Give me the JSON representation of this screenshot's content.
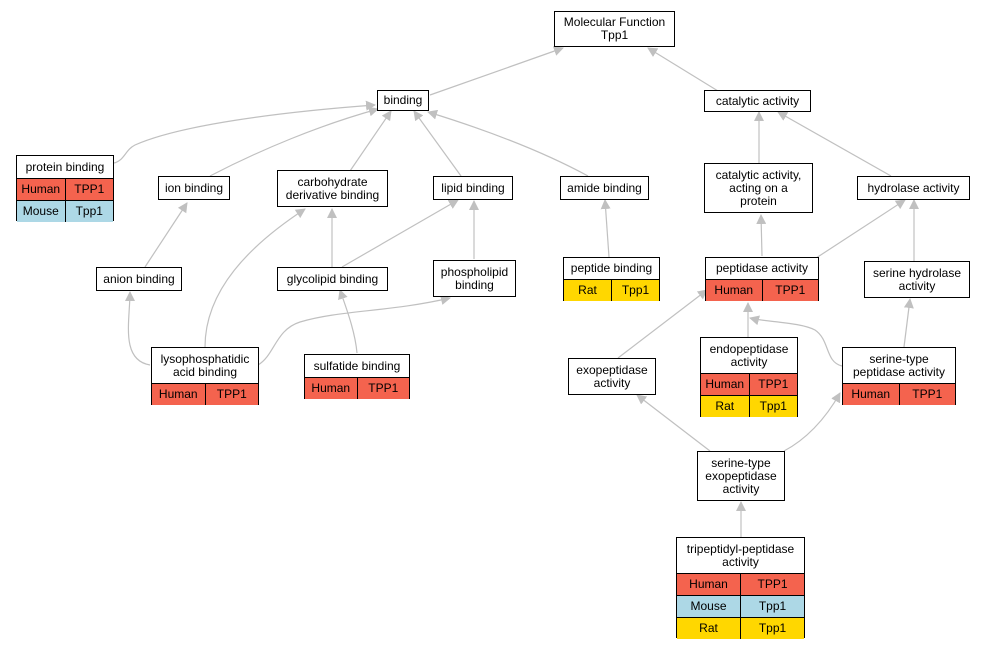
{
  "colors": {
    "edge": "#c0c0c0",
    "Human": "#f4634e",
    "Mouse": "#add8e6",
    "Rat": "#ffd700"
  },
  "nodes": {
    "root": {
      "label": "Molecular Function\nTpp1"
    },
    "binding": {
      "label": "binding"
    },
    "catalytic": {
      "label": "catalytic activity"
    },
    "protein_binding": {
      "label": "protein binding",
      "rows": [
        {
          "species": "Human",
          "gene": "TPP1"
        },
        {
          "species": "Mouse",
          "gene": "Tpp1"
        }
      ]
    },
    "ion_binding": {
      "label": "ion binding"
    },
    "carb_binding": {
      "label": "carbohydrate\nderivative binding"
    },
    "lipid_binding": {
      "label": "lipid binding"
    },
    "amide_binding": {
      "label": "amide binding"
    },
    "cat_protein": {
      "label": "catalytic activity,\nacting on a\nprotein"
    },
    "hydrolase": {
      "label": "hydrolase activity"
    },
    "anion_binding": {
      "label": "anion binding"
    },
    "glycolipid": {
      "label": "glycolipid binding"
    },
    "phospholipid": {
      "label": "phospholipid\nbinding"
    },
    "peptide_binding": {
      "label": "peptide binding",
      "rows": [
        {
          "species": "Rat",
          "gene": "Tpp1"
        }
      ]
    },
    "peptidase": {
      "label": "peptidase activity",
      "rows": [
        {
          "species": "Human",
          "gene": "TPP1"
        }
      ]
    },
    "serine_hydrolase": {
      "label": "serine hydrolase\nactivity"
    },
    "lpa_binding": {
      "label": "lysophosphatidic\nacid binding",
      "rows": [
        {
          "species": "Human",
          "gene": "TPP1"
        }
      ]
    },
    "sulfatide": {
      "label": "sulfatide binding",
      "rows": [
        {
          "species": "Human",
          "gene": "TPP1"
        }
      ]
    },
    "exopeptidase": {
      "label": "exopeptidase\nactivity"
    },
    "endopeptidase": {
      "label": "endopeptidase\nactivity",
      "rows": [
        {
          "species": "Human",
          "gene": "TPP1"
        },
        {
          "species": "Rat",
          "gene": "Tpp1"
        }
      ]
    },
    "serine_peptidase": {
      "label": "serine-type\npeptidase activity",
      "rows": [
        {
          "species": "Human",
          "gene": "TPP1"
        }
      ]
    },
    "serine_exo": {
      "label": "serine-type\nexopeptidase\nactivity"
    },
    "tripeptidyl": {
      "label": "tripeptidyl-peptidase\nactivity",
      "rows": [
        {
          "species": "Human",
          "gene": "TPP1"
        },
        {
          "species": "Mouse",
          "gene": "Tpp1"
        },
        {
          "species": "Rat",
          "gene": "Tpp1"
        }
      ]
    }
  }
}
